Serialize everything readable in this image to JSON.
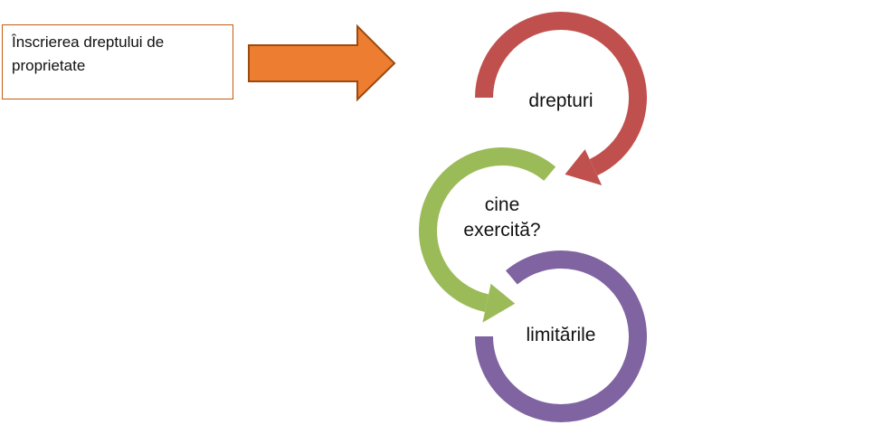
{
  "text_box": {
    "text": "Înscrierea dreptului de proprietate"
  },
  "cycle": [
    {
      "label": "drepturi",
      "color": "#C0504D"
    },
    {
      "label_line1": "cine",
      "label_line2": "exercită?",
      "color": "#9BBB59"
    },
    {
      "label": "limitările",
      "color": "#8064A2"
    }
  ],
  "colors": {
    "arrow_fill": "#ED7D31",
    "arrow_stroke": "#9C4A0F",
    "box_border": "#C55A11"
  }
}
